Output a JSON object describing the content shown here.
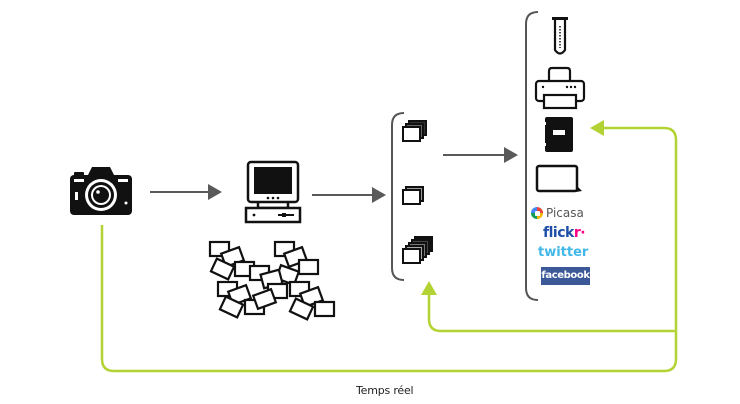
{
  "diagram": {
    "caption": "Temps réel",
    "colors": {
      "flow_arrow": "#5a5a5a",
      "realtime_loop": "#b3d334",
      "icon": "#111111",
      "bracket": "#555555",
      "facebook_bg": "#3b5998",
      "flickr_blue": "#1d4fa8",
      "flickr_pink": "#ff0084",
      "twitter": "#41b8e8"
    },
    "nodes": [
      {
        "id": "camera",
        "icon": "camera-icon"
      },
      {
        "id": "computer",
        "icon": "computer-icon"
      },
      {
        "id": "photo-pile",
        "icon": "scattered-photos-icon"
      },
      {
        "id": "photo-groups",
        "icon": "photo-stack-icons",
        "items": [
          "small-stack",
          "single-photo",
          "large-stack"
        ]
      },
      {
        "id": "outputs",
        "items": [
          "test-tube-icon",
          "printer-icon",
          "photo-book-icon",
          "tablet-icon",
          "Picasa",
          "flickr",
          "twitter",
          "facebook"
        ]
      }
    ],
    "services": {
      "picasa": "Picasa",
      "flickr_main": "flick",
      "flickr_r": "r",
      "flickr_dot": "·",
      "twitter": "twitter",
      "facebook": "facebook"
    },
    "edges": [
      {
        "from": "camera",
        "to": "computer",
        "style": "gray-arrow"
      },
      {
        "from": "computer",
        "to": "photo-groups",
        "style": "gray-arrow"
      },
      {
        "from": "photo-groups",
        "to": "outputs",
        "style": "gray-arrow"
      },
      {
        "from": "camera",
        "to": "photo-groups",
        "style": "green-loop",
        "label": "Temps réel"
      },
      {
        "from": "camera",
        "to": "outputs",
        "style": "green-loop",
        "label": "Temps réel"
      }
    ]
  }
}
